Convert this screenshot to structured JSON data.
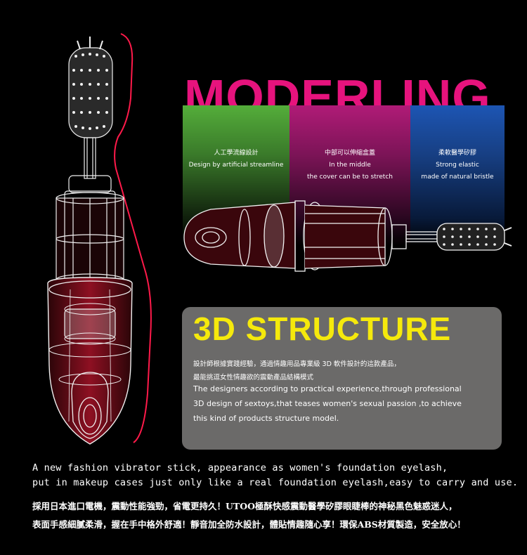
{
  "header": {
    "title": "MODERLING"
  },
  "panels": [
    {
      "zh": "人工學流線設計",
      "en_line1": "Design by artificial streamline",
      "en_line2": ""
    },
    {
      "zh": "中部可以伸縮盒蓋",
      "en_line1": "In the middle",
      "en_line2": "the cover can be to stretch"
    },
    {
      "zh": "柔軟醫學矽膠",
      "en_line1": "Strong elastic",
      "en_line2": "made of natural bristle"
    }
  ],
  "structure": {
    "title": "3D STRUCTURE",
    "zh_line1": "設計師根據實踐經驗，通過情趣用品專業級 3D 軟件設計的這款產品，",
    "zh_line2": "最能挑逗女性情趣欲的震動產品結構模式",
    "en_line1": "The designers according to practical experience,through professional",
    "en_line2": "3D design of sextoys,that teases women's sexual passion ,to achieve",
    "en_line3": "this kind of products structure model."
  },
  "bottom": {
    "en_line1": "A new fashion vibrator stick, appearance as women's foundation eyelash,",
    "en_line2": "put in makeup cases just only like a real foundation eyelash,easy to carry and use.",
    "zh_line1": "採用日本進口電機，震動性能強勁，省電更持久！UTOO極酥快感震動醫學矽膠眼睫棒的神秘黑色魅惑迷人，",
    "zh_line2": "表面手感細膩柔滑，握在手中格外舒適！靜音加全防水設計，體貼情趣隨心享！環保ABS材質製造，安全放心！"
  },
  "colors": {
    "title_pink": "#e6137d",
    "structure_yellow": "#f5e90c",
    "panel_green": "#54ad3a",
    "panel_magenta": "#b01b77",
    "panel_blue": "#1d55b3",
    "box_gray": "#6b6a69",
    "glow_red": "#ff1a4a"
  }
}
